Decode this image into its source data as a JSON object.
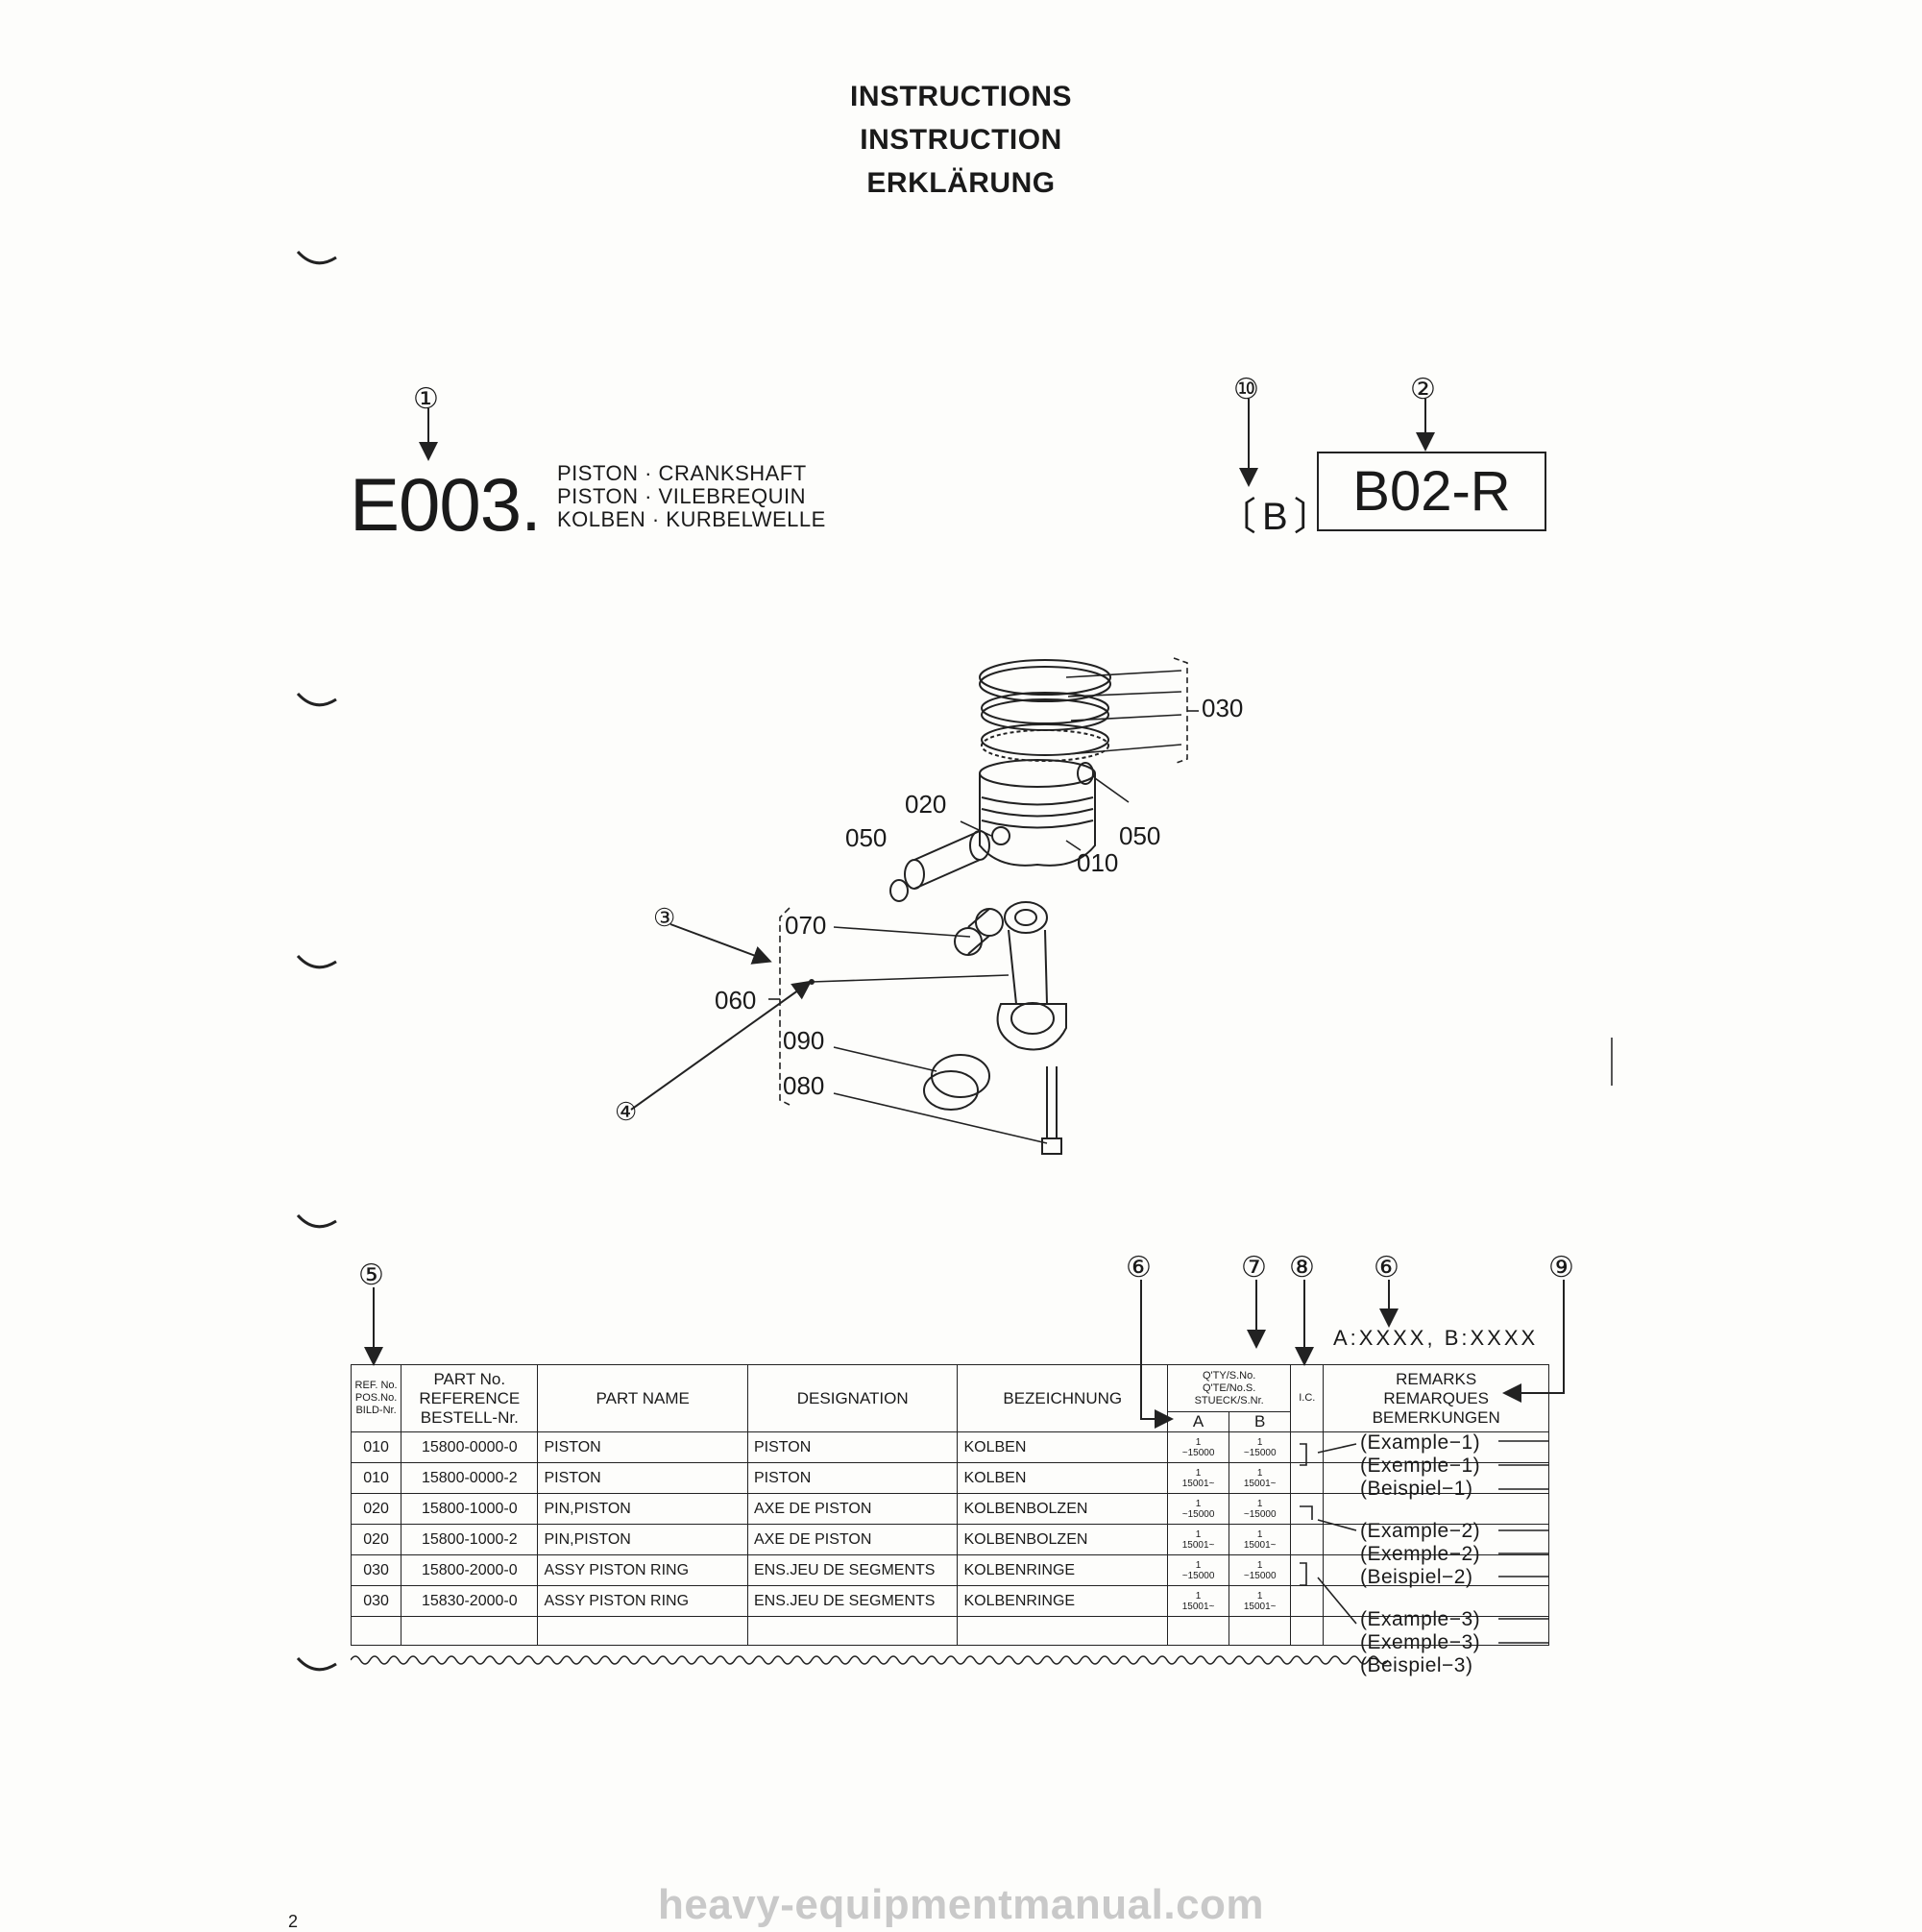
{
  "header": {
    "title_en": "INSTRUCTIONS",
    "title_fr": "INSTRUCTION",
    "title_de": "ERKLÄRUNG"
  },
  "group": {
    "code": "E003.",
    "name_en": "PISTON · CRANKSHAFT",
    "name_fr": "PISTON · VILEBREQUIN",
    "name_de": "KOLBEN · KURBELWELLE",
    "variant": "〔B〕",
    "model": "B02-R"
  },
  "callouts": {
    "c1": "①",
    "c2": "②",
    "c3": "③",
    "c4": "④",
    "c5": "⑤",
    "c6": "⑥",
    "c7": "⑦",
    "c8": "⑧",
    "c9": "⑨",
    "c10": "⑩"
  },
  "diagram_labels": {
    "l030": "030",
    "l020": "020",
    "l050a": "050",
    "l050b": "050",
    "l010": "010",
    "l070": "070",
    "l060": "060",
    "l090": "090",
    "l080": "080"
  },
  "serial_legend": "A:XXXX, B:XXXX",
  "table": {
    "headers": {
      "ref": [
        "REF. No.",
        "POS.No.",
        "BILD-Nr."
      ],
      "part_no": [
        "PART No.",
        "REFERENCE",
        "BESTELL-Nr."
      ],
      "part_name": "PART NAME",
      "designation": "DESIGNATION",
      "bezeichnung": "BEZEICHNUNG",
      "qty": [
        "Q'TY/S.No.",
        "Q'TE/No.S.",
        "STUECK/S.Nr."
      ],
      "qty_a": "A",
      "qty_b": "B",
      "ic": "I.C.",
      "remarks": [
        "REMARKS",
        "REMARQUES",
        "BEMERKUNGEN"
      ]
    },
    "rows": [
      {
        "ref": "010",
        "part_no": "15800-0000-0",
        "name": "PISTON",
        "designation": "PISTON",
        "bezeichnung": "KOLBEN",
        "qa1": "1",
        "qa2": "~15000",
        "qb1": "1",
        "qb2": "~15000"
      },
      {
        "ref": "010",
        "part_no": "15800-0000-2",
        "name": "PISTON",
        "designation": "PISTON",
        "bezeichnung": "KOLBEN",
        "qa1": "1",
        "qa2": "15001~",
        "qb1": "1",
        "qb2": "15001~"
      },
      {
        "ref": "020",
        "part_no": "15800-1000-0",
        "name": "PIN,PISTON",
        "designation": "AXE DE PISTON",
        "bezeichnung": "KOLBENBOLZEN",
        "qa1": "1",
        "qa2": "~15000",
        "qb1": "1",
        "qb2": "~15000"
      },
      {
        "ref": "020",
        "part_no": "15800-1000-2",
        "name": "PIN,PISTON",
        "designation": "AXE DE PISTON",
        "bezeichnung": "KOLBENBOLZEN",
        "qa1": "1",
        "qa2": "15001~",
        "qb1": "1",
        "qb2": "15001~"
      },
      {
        "ref": "030",
        "part_no": "15800-2000-0",
        "name": "ASSY PISTON RING",
        "designation": "ENS.JEU DE SEGMENTS",
        "bezeichnung": "KOLBENRINGE",
        "qa1": "1",
        "qa2": "~15000",
        "qb1": "1",
        "qb2": "~15000"
      },
      {
        "ref": "030",
        "part_no": "15830-2000-0",
        "name": "ASSY PISTON RING",
        "designation": "ENS.JEU DE SEGMENTS",
        "bezeichnung": "KOLBENRINGE",
        "qa1": "1",
        "qa2": "15001~",
        "qb1": "1",
        "qb2": "15001~"
      }
    ]
  },
  "examples": {
    "ex1": "(Example−1)",
    "exm1": "(Exemple−1)",
    "bsp1": "(Beispiel−1)",
    "ex2": "(Example−2)",
    "exm2": "(Exemple−2)",
    "bsp2": "(Beispiel−2)",
    "ex3": "(Example−3)",
    "exm3": "(Exemple−3)",
    "bsp3": "(Beispiel−3)"
  },
  "watermark": "heavy-equipmentmanual.com",
  "page_number": "2"
}
